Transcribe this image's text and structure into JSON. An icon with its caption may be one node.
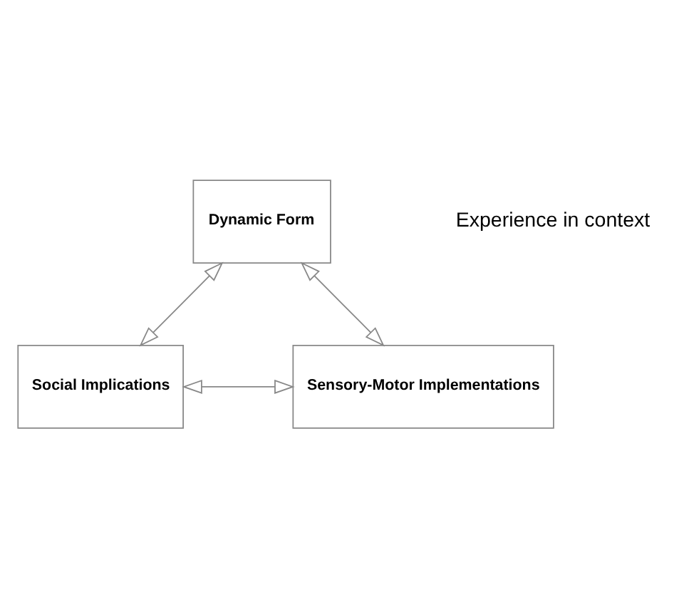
{
  "diagram": {
    "nodes": [
      {
        "text": [
          "Dynamic Form"
        ]
      },
      {
        "text": [
          "Social Implications"
        ]
      },
      {
        "text": [
          "Sensory-Motor Implementations"
        ]
      }
    ],
    "edges": [
      {
        "from": 0,
        "to": 1,
        "arrow": "both"
      },
      {
        "from": 0,
        "to": 2,
        "arrow": "both"
      },
      {
        "from": 1,
        "to": 2,
        "arrow": "both"
      }
    ],
    "labels": [
      "Experience in context"
    ]
  }
}
